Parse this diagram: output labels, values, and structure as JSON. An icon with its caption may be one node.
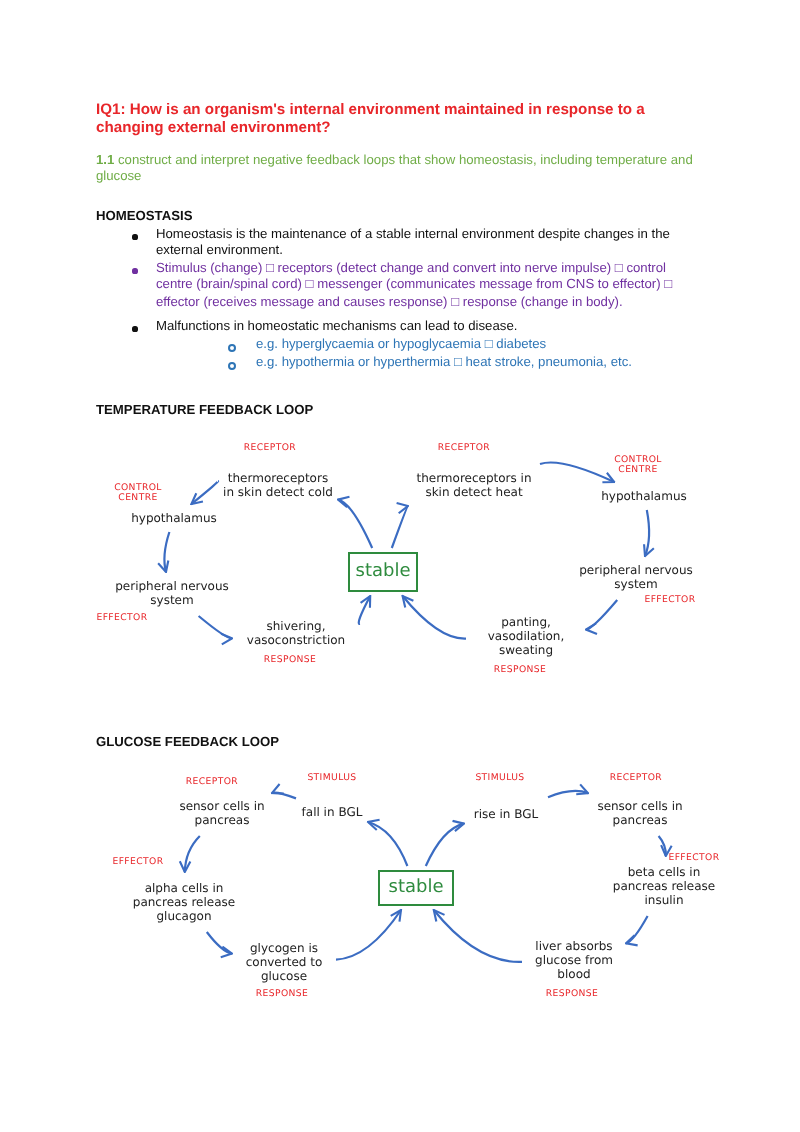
{
  "diagram": {
    "title": "IQ1: How is an organism's internal environment maintained in response to a changing external environment?",
    "nodes": [
      {
        "text": [
          "stable"
        ]
      },
      {
        "text": [
          "thermoreceptors in skin detect cold"
        ],
        "beside": [
          "RECEPTOR"
        ]
      },
      {
        "text": [
          "hypothalamus"
        ],
        "beside": [
          "CONTROL CENTRE"
        ]
      },
      {
        "text": [
          "peripheral nervous system"
        ],
        "beside": [
          "EFFECTOR"
        ]
      },
      {
        "text": [
          "shivering, vasoconstriction"
        ],
        "beside": [
          "RESPONSE"
        ]
      },
      {
        "text": [
          "thermoreceptors in skin detect heat"
        ],
        "beside": [
          "RECEPTOR"
        ]
      },
      {
        "text": [
          "hypothalamus"
        ],
        "beside": [
          "CONTROL CENTRE"
        ]
      },
      {
        "text": [
          "peripheral nervous system"
        ],
        "beside": [
          "EFFECTOR"
        ]
      },
      {
        "text": [
          "panting, vasodilation, sweating"
        ],
        "beside": [
          "RESPONSE"
        ]
      },
      {
        "text": [
          "stable"
        ]
      },
      {
        "text": [
          "fall in BGL"
        ],
        "beside": [
          "STIMULUS"
        ]
      },
      {
        "text": [
          "sensor cells in pancreas"
        ],
        "beside": [
          "RECEPTOR"
        ]
      },
      {
        "text": [
          "alpha cells in pancreas release glucagon"
        ],
        "beside": [
          "EFFECTOR"
        ]
      },
      {
        "text": [
          "glycogen is converted to glucose"
        ],
        "beside": [
          "RESPONSE"
        ]
      },
      {
        "text": [
          "rise in BGL"
        ],
        "beside": [
          "STIMULUS"
        ]
      },
      {
        "text": [
          "sensor cells in pancreas"
        ],
        "beside": [
          "RECEPTOR"
        ]
      },
      {
        "text": [
          "beta cells in pancreas release insulin"
        ],
        "beside": [
          "EFFECTOR"
        ]
      },
      {
        "text": [
          "liver absorbs glucose from blood"
        ],
        "beside": [
          "RESPONSE"
        ]
      }
    ],
    "edges": [
      {
        "from": 0,
        "to": 1,
        "arrow": "to"
      },
      {
        "from": 1,
        "to": 2,
        "arrow": "to"
      },
      {
        "from": 2,
        "to": 3,
        "arrow": "to"
      },
      {
        "from": 3,
        "to": 4,
        "arrow": "to"
      },
      {
        "from": 4,
        "to": 0,
        "arrow": "to"
      },
      {
        "from": 0,
        "to": 5,
        "arrow": "to"
      },
      {
        "from": 5,
        "to": 6,
        "arrow": "to"
      },
      {
        "from": 6,
        "to": 7,
        "arrow": "to"
      },
      {
        "from": 7,
        "to": 8,
        "arrow": "to"
      },
      {
        "from": 8,
        "to": 0,
        "arrow": "to"
      },
      {
        "from": 9,
        "to": 10,
        "arrow": "to"
      },
      {
        "from": 10,
        "to": 11,
        "arrow": "to"
      },
      {
        "from": 11,
        "to": 12,
        "arrow": "to"
      },
      {
        "from": 12,
        "to": 13,
        "arrow": "to"
      },
      {
        "from": 13,
        "to": 9,
        "arrow": "to"
      },
      {
        "from": 9,
        "to": 14,
        "arrow": "to"
      },
      {
        "from": 14,
        "to": 15,
        "arrow": "to"
      },
      {
        "from": 15,
        "to": 16,
        "arrow": "to"
      },
      {
        "from": 16,
        "to": 17,
        "arrow": "to"
      },
      {
        "from": 17,
        "to": 9,
        "arrow": "to"
      }
    ],
    "labels": [
      "**1.1** construct and interpret negative feedback loops that show homeostasis, including temperature and glucose",
      "HOMEOSTASIS",
      "Homeostasis is the maintenance of a stable internal environment despite changes in the external environment.",
      "Stimulus (change) □ receptors (detect change and convert into nerve impulse) □ control centre (brain/spinal cord) □ messenger (communicates message from CNS to effector) □ effector (receives message and causes response) □ response (change in body).",
      "Malfunctions in homeostatic mechanisms can lead to disease.",
      "e.g. hyperglycaemia or hypoglycaemia □ diabetes",
      "e.g. hypothermia or hyperthermia □ heat stroke, pneumonia, etc.",
      "TEMPERATURE FEEDBACK LOOP",
      "GLUCOSE FEEDBACK LOOP"
    ]
  }
}
